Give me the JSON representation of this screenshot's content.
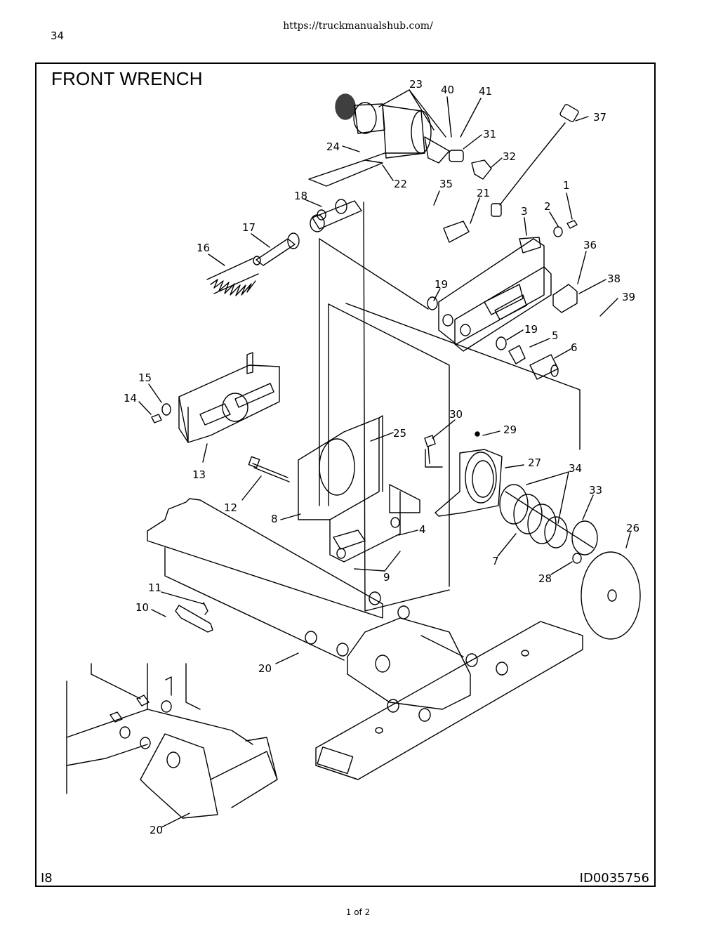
{
  "header": {
    "page_number": "34",
    "source_url": "https://truckmanualshub.com/"
  },
  "diagram": {
    "title": "FRONT WRENCH",
    "corner_left": "I8",
    "corner_right": "ID0035756",
    "callouts": [
      "1",
      "2",
      "3",
      "4",
      "5",
      "6",
      "7",
      "8",
      "9",
      "10",
      "11",
      "12",
      "13",
      "14",
      "15",
      "16",
      "17",
      "18",
      "19",
      "19",
      "20",
      "20",
      "21",
      "22",
      "23",
      "24",
      "25",
      "26",
      "27",
      "28",
      "29",
      "30",
      "31",
      "32",
      "33",
      "34",
      "35",
      "36",
      "37",
      "38",
      "39",
      "40",
      "41"
    ]
  },
  "footer": {
    "page_of": "1 of 2"
  }
}
